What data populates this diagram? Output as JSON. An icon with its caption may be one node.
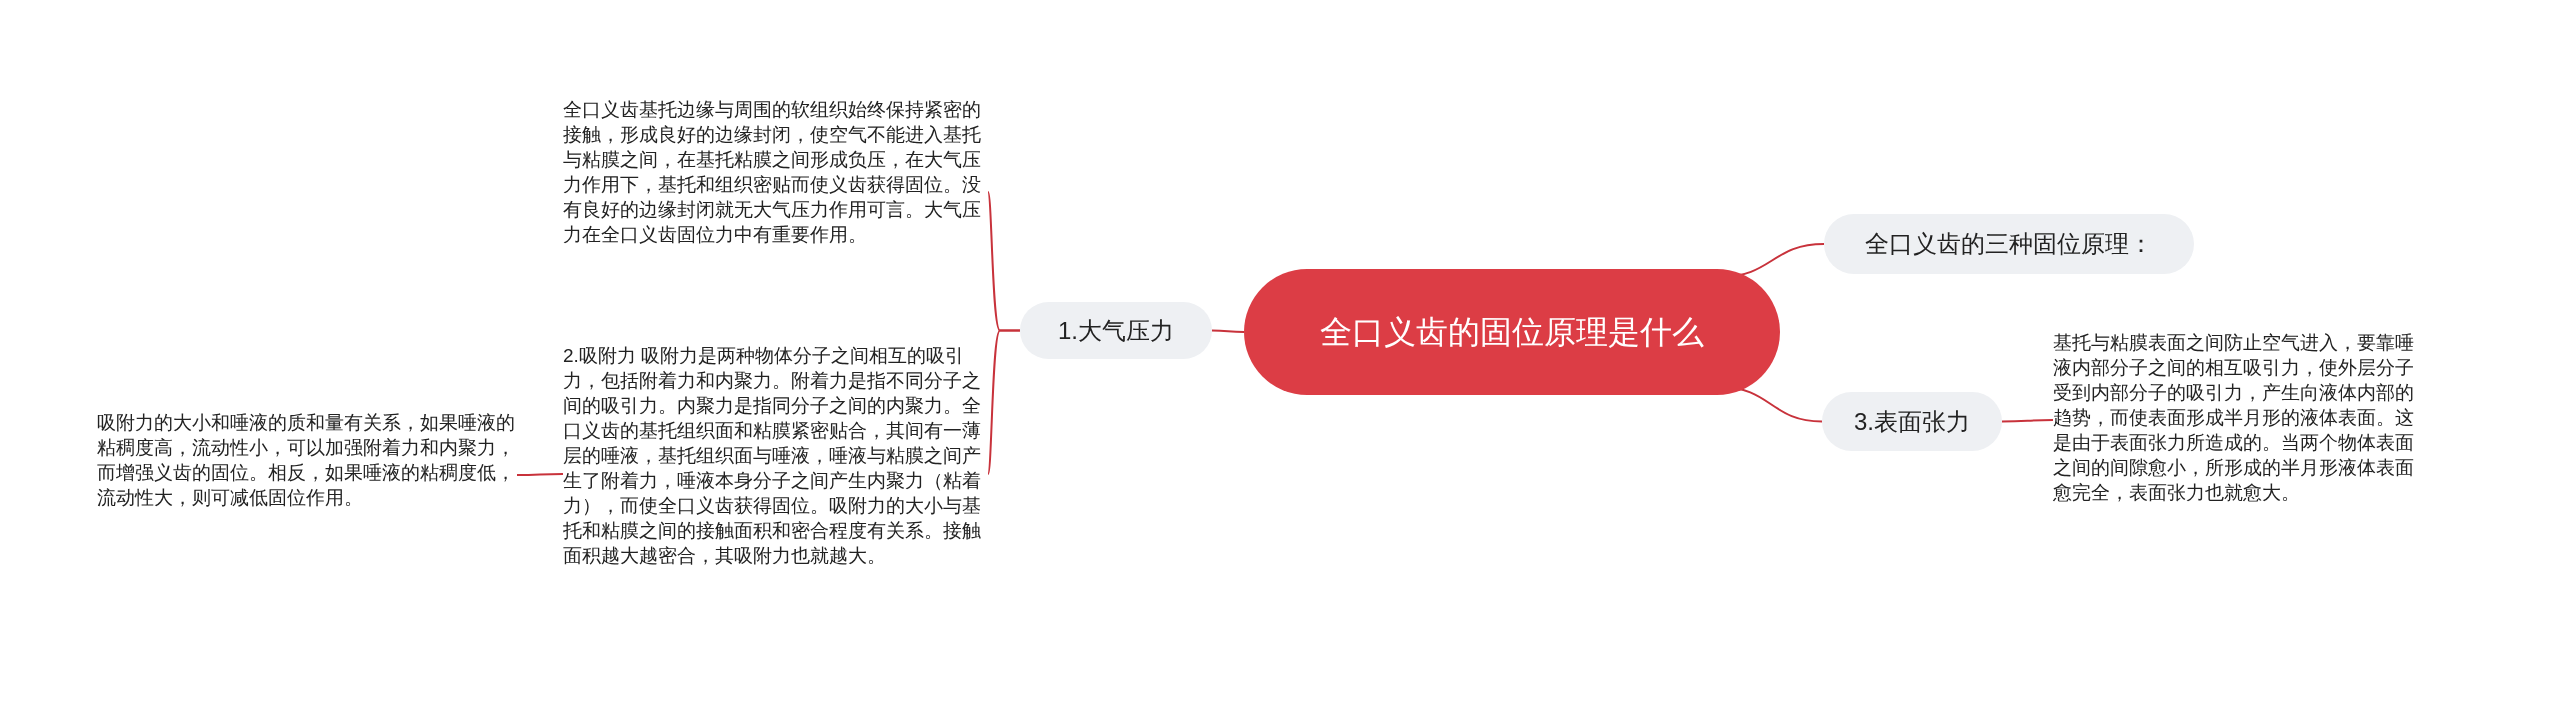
{
  "diagram": {
    "nodes": [
      {
        "text": [
          "全口义齿的固位原理是什么"
        ]
      },
      {
        "text": [
          "全口义齿的三种固位原理："
        ]
      },
      {
        "text": [
          "1.大气压力"
        ]
      },
      {
        "text": [
          "3.表面张力"
        ]
      },
      {
        "text": [
          "全口义齿基托边缘与周围的软组织始终保持紧密的接触，形成良好的边缘封闭，使空气不能进入基托与粘膜之间，在基托粘膜之间形成负压，在大气压力作用下，基托和组织密贴而使义齿获得固位。没有良好的边缘封闭就无大气压力作用可言。大气压力在全口义齿固位力中有重要作用。"
        ]
      },
      {
        "text": [
          "2.吸附力 吸附力是两种物体分子之间相互的吸引力，包括附着力和内聚力。附着力是指不同分子之间的吸引力。内聚力是指同分子之间的内聚力。全口义齿的基托组织面和粘膜紧密贴合，其间有一薄层的唾液，基托组织面与唾液，唾液与粘膜之间产生了附着力，唾液本身分子之间产生内聚力（粘着力），而使全口义齿获得固位。吸附力的大小与基托和粘膜之间的接触面积和密合程度有关系。接触面积越大越密合，其吸附力也就越大。"
        ]
      },
      {
        "text": [
          "吸附力的大小和唾液的质和量有关系，如果唾液的粘稠度高，流动性小，可以加强附着力和内聚力，而增强义齿的固位。相反，如果唾液的粘稠度低，流动性大，则可减低固位作用。"
        ]
      },
      {
        "text": [
          "基托与粘膜表面之间防止空气进入，要靠唾液内部分子之间的相互吸引力，使外层分子受到内部分子的吸引力，产生向液体内部的趋势，而使表面形成半月形的液体表面。这是由于表面张力所造成的。当两个物体表面之间的间隙愈小，所形成的半月形液体表面愈完全，表面张力也就愈大。"
        ]
      }
    ],
    "edges": [
      {
        "from": 0,
        "to": 1,
        "arrow": "none"
      },
      {
        "from": 0,
        "to": 2,
        "arrow": "none"
      },
      {
        "from": 0,
        "to": 3,
        "arrow": "none"
      },
      {
        "from": 2,
        "to": 4,
        "arrow": "none"
      },
      {
        "from": 2,
        "to": 5,
        "arrow": "none"
      },
      {
        "from": 5,
        "to": 6,
        "arrow": "none"
      },
      {
        "from": 3,
        "to": 7,
        "arrow": "none"
      }
    ]
  }
}
